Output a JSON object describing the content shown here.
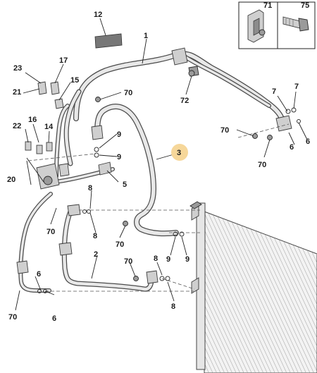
{
  "callouts": {
    "p1": "1",
    "p2": "2",
    "p3": "3",
    "p5": "5",
    "p6a": "6",
    "p6b": "6",
    "p6c": "6",
    "p6d": "6",
    "p7a": "7",
    "p7b": "7",
    "p8a": "8",
    "p8b": "8",
    "p8c": "8",
    "p8d": "8",
    "p9a": "9",
    "p9b": "9",
    "p9c": "9",
    "p9d": "9",
    "p12": "12",
    "p14": "14",
    "p15": "15",
    "p16": "16",
    "p17": "17",
    "p20": "20",
    "p21": "21",
    "p22": "22",
    "p23": "23",
    "p70a": "70",
    "p70b": "70",
    "p70c": "70",
    "p70d": "70",
    "p70e": "70",
    "p70f": "70",
    "p70g": "70",
    "p71": "71",
    "p72": "72",
    "p75": "75"
  },
  "highlight": {
    "part": "3",
    "color": "#f6d79a"
  },
  "inset": {
    "left_part": "71",
    "right_part": "75"
  }
}
